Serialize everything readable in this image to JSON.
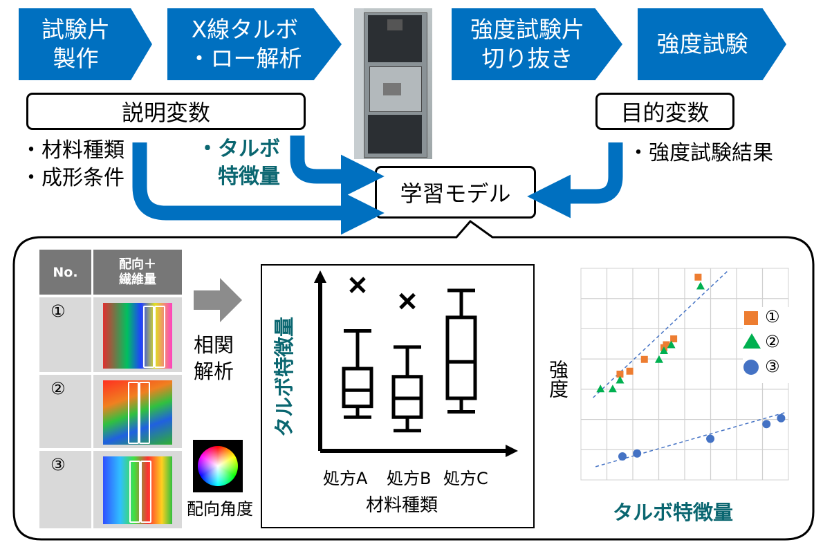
{
  "flow": {
    "steps": [
      "試験片\n製作",
      "X線タルボ\n・ロー解析",
      "強度試験片\n切り抜き",
      "強度試験"
    ]
  },
  "labels": {
    "explanatory": "説明変数",
    "objective": "目的変数",
    "model": "学習モデル",
    "input_items": "・材料種類\n・成形条件",
    "talbot_feature": "・タルボ\n　特徴量",
    "strength_result": "・強度試験結果"
  },
  "table": {
    "col_no": "No.",
    "col_img": "配向＋\n繊維量",
    "rows": [
      "①",
      "②",
      "③"
    ]
  },
  "analysis": {
    "label": "相関\n解析",
    "angle_caption": "配向角度"
  },
  "colors": {
    "accent": "#0070c0",
    "teal": "#0a6670",
    "orange": "#ed7d31",
    "green": "#00b050",
    "blue": "#4472c4",
    "table_header": "#777777",
    "table_cell": "#d9d9d9"
  },
  "chart_data": [
    {
      "type": "box",
      "xlabel": "材料種類",
      "ylabel": "タルボ特徴量",
      "categories": [
        "処方A",
        "処方B",
        "処方C"
      ],
      "boxes": [
        {
          "min": 2.5,
          "q1": 3.3,
          "median": 4.5,
          "q3": 6.1,
          "max": 8.9,
          "outlier": 12.3
        },
        {
          "min": 1.5,
          "q1": 2.5,
          "median": 3.9,
          "q3": 5.5,
          "max": 7.7,
          "outlier": 11.1
        },
        {
          "min": 2.9,
          "q1": 3.9,
          "median": 6.6,
          "q3": 9.9,
          "max": 11.9,
          "outlier": null
        }
      ]
    },
    {
      "type": "scatter",
      "xlabel": "タルボ特徴量",
      "ylabel": "強度",
      "legend": [
        "①",
        "②",
        "③"
      ],
      "series": [
        {
          "name": "①",
          "marker": "square",
          "points": [
            [
              1.6,
              3.6
            ],
            [
              2.0,
              3.7
            ],
            [
              2.6,
              4.1
            ],
            [
              3.4,
              4.5
            ],
            [
              3.5,
              4.6
            ],
            [
              3.8,
              4.8
            ],
            [
              4.8,
              6.9
            ]
          ]
        },
        {
          "name": "②",
          "marker": "triangle",
          "points": [
            [
              0.8,
              3.1
            ],
            [
              1.3,
              3.1
            ],
            [
              1.6,
              3.4
            ],
            [
              3.2,
              4.1
            ],
            [
              3.4,
              4.4
            ],
            [
              3.7,
              4.6
            ],
            [
              4.9,
              6.6
            ]
          ]
        },
        {
          "name": "③",
          "marker": "circle",
          "points": [
            [
              1.7,
              0.8
            ],
            [
              2.3,
              0.9
            ],
            [
              5.3,
              1.4
            ],
            [
              7.6,
              1.9
            ],
            [
              8.2,
              2.1
            ]
          ]
        }
      ]
    }
  ]
}
